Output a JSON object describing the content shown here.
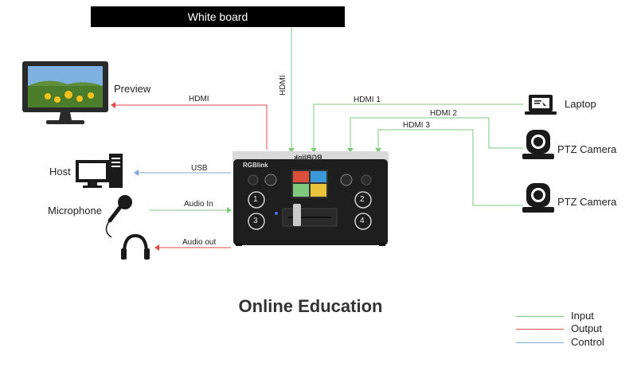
{
  "title": "Online Education",
  "whiteboard_label": "White board",
  "devices": {
    "preview": "Preview",
    "host": "Host",
    "microphone": "Microphone",
    "laptop": "Laptop",
    "ptz_camera_1": "PTZ Camera",
    "ptz_camera_2": "PTZ Camera"
  },
  "links": {
    "hdmi_whiteboard": "HDMI",
    "hdmi_preview": "HDMI",
    "usb": "USB",
    "audio_in": "Audio In",
    "audio_out": "Audio out",
    "hdmi1": "HDMI 1",
    "hdmi2": "HDMI 2",
    "hdmi3": "HDMI 3"
  },
  "switcher": {
    "brand": "RGBlink",
    "brand_mirror": "RGBlink",
    "buttons": [
      "1",
      "2",
      "3",
      "4"
    ]
  },
  "legend": [
    {
      "label": "Input",
      "color": "#7fc97f"
    },
    {
      "label": "Output",
      "color": "#e34a4a"
    },
    {
      "label": "Control",
      "color": "#7fa6d6"
    }
  ],
  "colors": {
    "input": "#7fc97f",
    "output": "#e34a4a",
    "control": "#7fa6d6"
  }
}
